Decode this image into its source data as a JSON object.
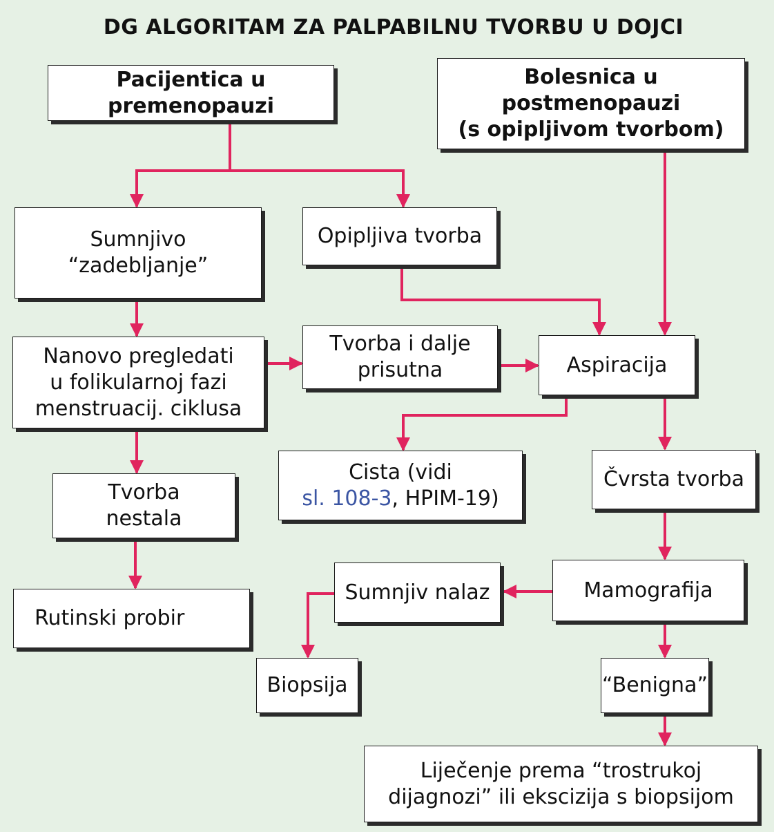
{
  "title": "DG ALGORITAM ZA PALPABILNU TVORBU U DOJCI",
  "colors": {
    "background": "#e6f1e5",
    "arrow": "#e0245e",
    "link": "#3b55a3",
    "box_border": "#1a1a1a"
  },
  "nodes": {
    "premenopause": "Pacijentica u premenopauzi",
    "postmenopause_line1": "Bolesnica u",
    "postmenopause_line2": "postmenopauzi",
    "postmenopause_line3": "(s opipljivom tvorbom)",
    "suspicious_thickening_line1": "Sumnjivo",
    "suspicious_thickening_line2": "“zadebljanje”",
    "palpable_mass": "Opipljiva tvorba",
    "reexamine_line1": "Nanovo pregledati",
    "reexamine_line2": "u folikularnoj fazi",
    "reexamine_line3": "menstruacij. ciklusa",
    "mass_persists_line1": "Tvorba i dalje",
    "mass_persists_line2": "prisutna",
    "aspiration": "Aspiracija",
    "mass_gone_line1": "Tvorba",
    "mass_gone_line2": "nestala",
    "cyst_line1": "Cista (vidi",
    "cyst_link": "sl. 108-3",
    "cyst_rest": ", HPIM-19)",
    "solid_mass": "Čvrsta tvorba",
    "routine_screening": "Rutinski probir",
    "suspicious_finding": "Sumnjiv nalaz",
    "mammography": "Mamografija",
    "biopsy": "Biopsija",
    "benign": "“Benigna”",
    "treatment_line1": "Liječenje prema “trostrukoj",
    "treatment_line2": "dijagnozi” ili ekscizija s biopsijom"
  }
}
